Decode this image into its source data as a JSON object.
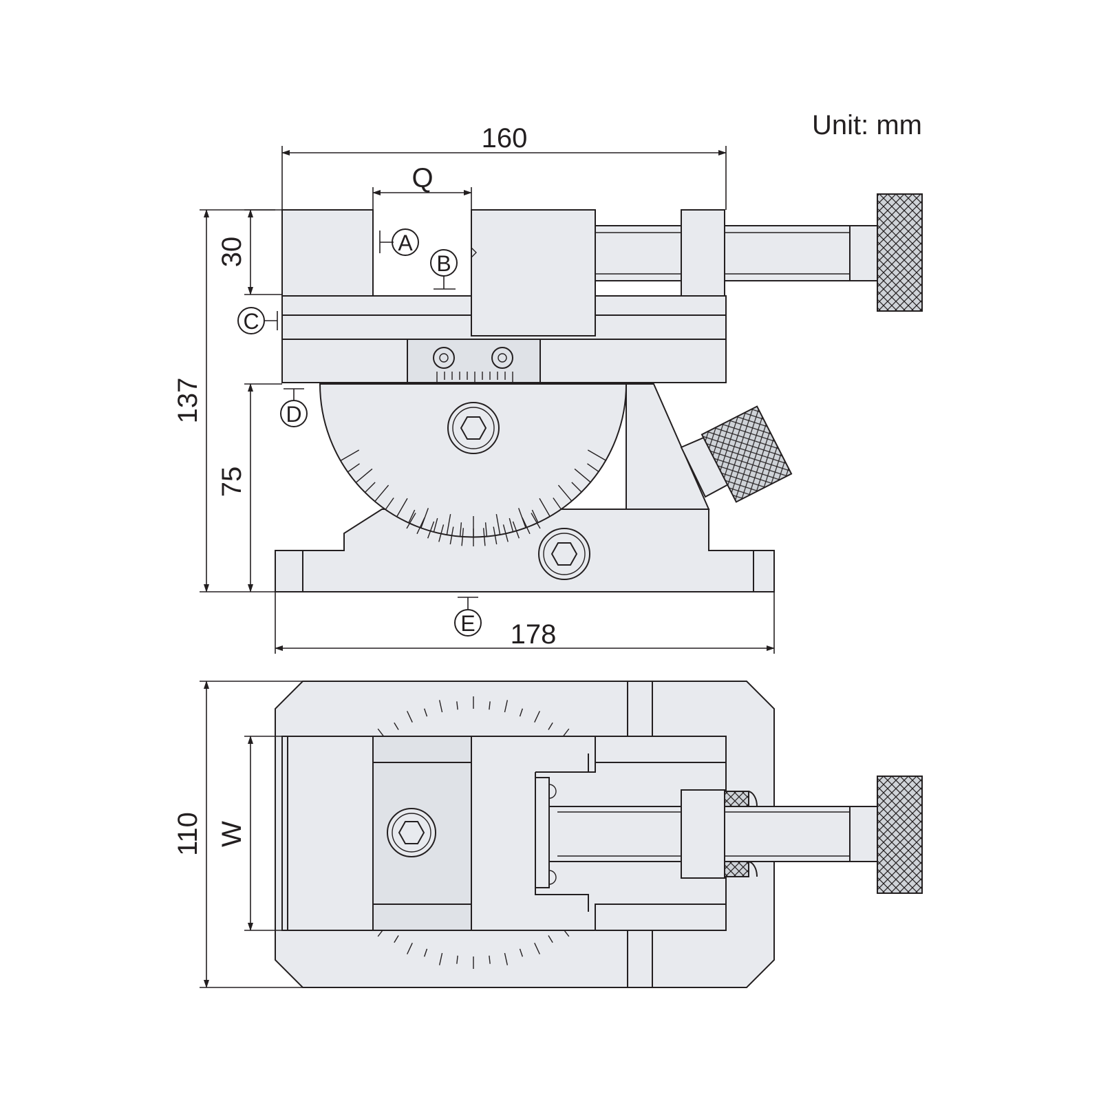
{
  "unit_label": "Unit: mm",
  "dimensions": {
    "top_width": "160",
    "jaw_opening": "Q",
    "jaw_height": "30",
    "overall_height": "137",
    "base_height": "75",
    "base_length": "178",
    "base_width": "110",
    "jaw_width": "W"
  },
  "reference_marks": {
    "a": "A",
    "b": "B",
    "c": "C",
    "d": "D",
    "e": "E"
  }
}
